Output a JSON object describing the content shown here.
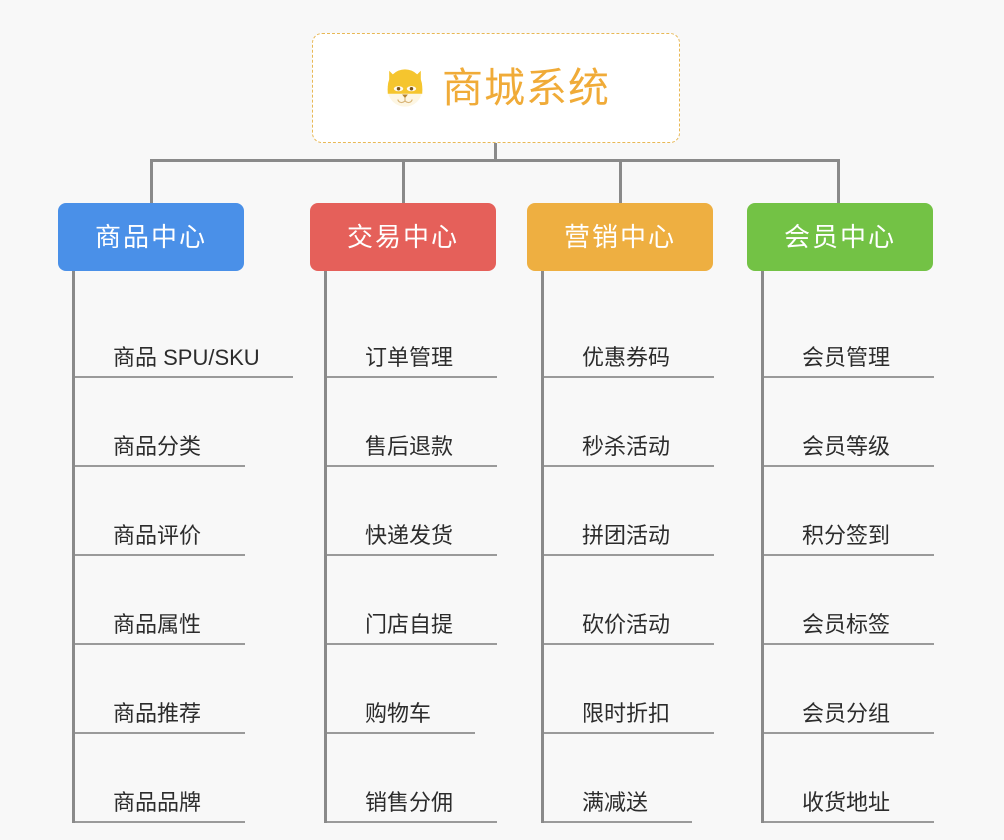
{
  "root": {
    "title": "商城系统",
    "icon": "dog-face-emoji",
    "border_color": "#e8b855",
    "text_color": "#f0ab38"
  },
  "connector_color": "#8a8a8a",
  "background_color": "#f8f8f8",
  "branches": [
    {
      "label": "商品中心",
      "color": "#4a90e8",
      "items": [
        {
          "label": "商品 SPU/SKU",
          "width": "wide"
        },
        {
          "label": "商品分类",
          "width": "mid"
        },
        {
          "label": "商品评价",
          "width": "mid"
        },
        {
          "label": "商品属性",
          "width": "mid"
        },
        {
          "label": "商品推荐",
          "width": "mid"
        },
        {
          "label": "商品品牌",
          "width": "mid"
        }
      ]
    },
    {
      "label": "交易中心",
      "color": "#e5605a",
      "items": [
        {
          "label": "订单管理",
          "width": "mid"
        },
        {
          "label": "售后退款",
          "width": "mid"
        },
        {
          "label": "快递发货",
          "width": "mid"
        },
        {
          "label": "门店自提",
          "width": "mid"
        },
        {
          "label": "购物车",
          "width": "narrow"
        },
        {
          "label": "销售分佣",
          "width": "mid"
        }
      ]
    },
    {
      "label": "营销中心",
      "color": "#eeaf41",
      "items": [
        {
          "label": "优惠券码",
          "width": "mid"
        },
        {
          "label": "秒杀活动",
          "width": "mid"
        },
        {
          "label": "拼团活动",
          "width": "mid"
        },
        {
          "label": "砍价活动",
          "width": "mid"
        },
        {
          "label": "限时折扣",
          "width": "mid"
        },
        {
          "label": "满减送",
          "width": "narrow"
        }
      ]
    },
    {
      "label": "会员中心",
      "color": "#73c245",
      "items": [
        {
          "label": "会员管理",
          "width": "mid"
        },
        {
          "label": "会员等级",
          "width": "mid"
        },
        {
          "label": "积分签到",
          "width": "mid"
        },
        {
          "label": "会员标签",
          "width": "mid"
        },
        {
          "label": "会员分组",
          "width": "mid"
        },
        {
          "label": "收货地址",
          "width": "mid"
        }
      ]
    }
  ]
}
